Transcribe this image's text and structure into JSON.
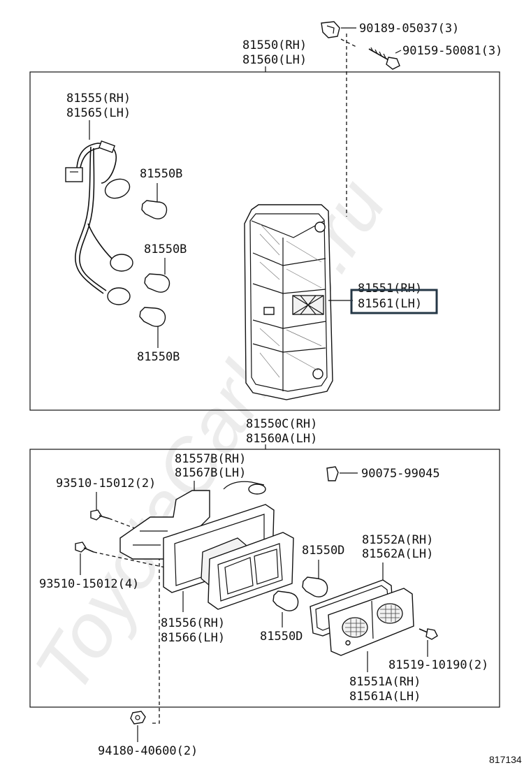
{
  "watermark": "ToyotaCarLine.ru",
  "diagram_number": "817134",
  "top_section": {
    "assembly": {
      "rh": "81550(RH)",
      "lh": "81560(LH)"
    },
    "clip": "90189-05037(3)",
    "screw": "90159-50081(3)",
    "socket_wire": {
      "rh": "81555(RH)",
      "lh": "81565(LH)"
    },
    "bulb_1": "81550B",
    "bulb_2": "81550B",
    "bulb_3": "81550B",
    "lens": {
      "rh": "81551(RH)",
      "lh": "81561(LH)"
    }
  },
  "bottom_section": {
    "assembly": {
      "rh": "81550C(RH)",
      "lh": "81560A(LH)"
    },
    "bracket": {
      "rh": "81557B(RH)",
      "lh": "81567B(LH)"
    },
    "grommet": "90075-99045",
    "bolt_upper": "93510-15012(2)",
    "bolt_lower": "93510-15012(4)",
    "housing": {
      "rh": "81556(RH)",
      "lh": "81566(LH)"
    },
    "bulb_1": "81550D",
    "bulb_2": "81550D",
    "gasket": {
      "rh": "81552A(RH)",
      "lh": "81562A(LH)"
    },
    "screw": "81519-10190(2)",
    "lens": {
      "rh": "81551A(RH)",
      "lh": "81561A(LH)"
    },
    "nut": "94180-40600(2)"
  }
}
